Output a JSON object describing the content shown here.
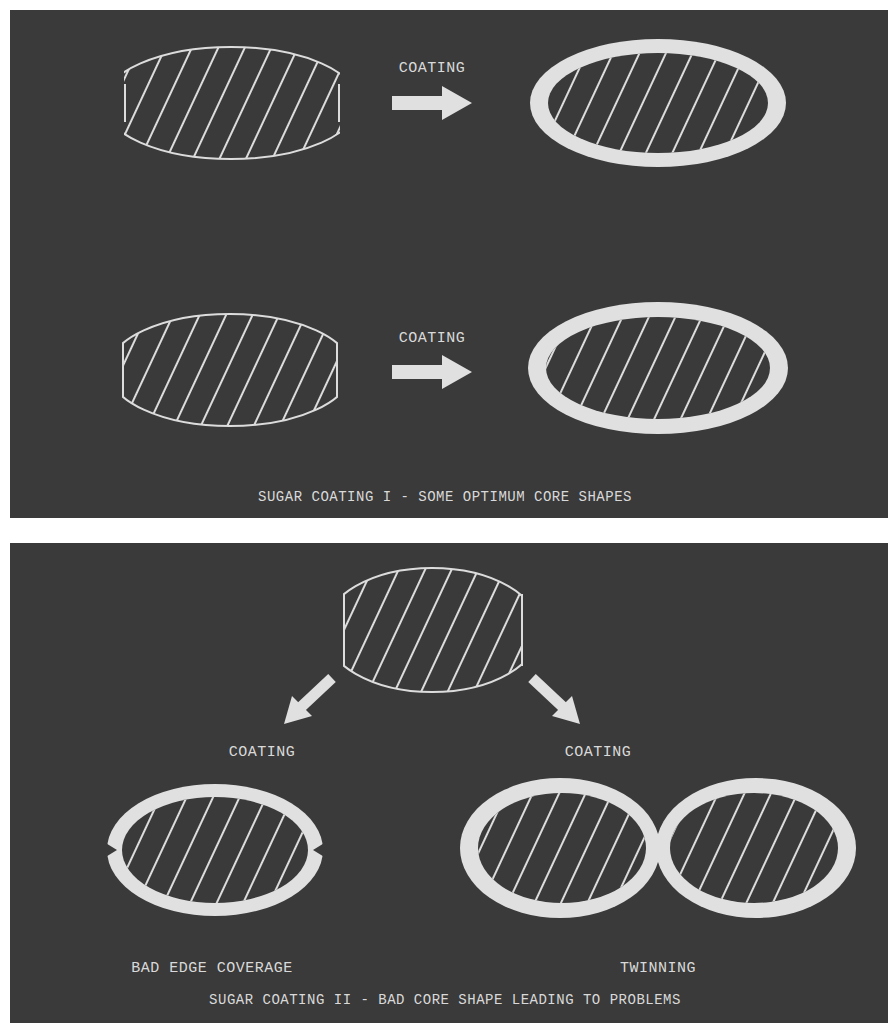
{
  "diagram": {
    "labels": [
      "COATING",
      "COATING",
      "SUGAR COATING I - SOME OPTIMUM CORE SHAPES",
      "COATING",
      "COATING",
      "BAD EDGE COVERAGE",
      "TWINNING",
      "SUGAR COATING II - BAD CORE SHAPE LEADING TO PROBLEMS"
    ]
  }
}
